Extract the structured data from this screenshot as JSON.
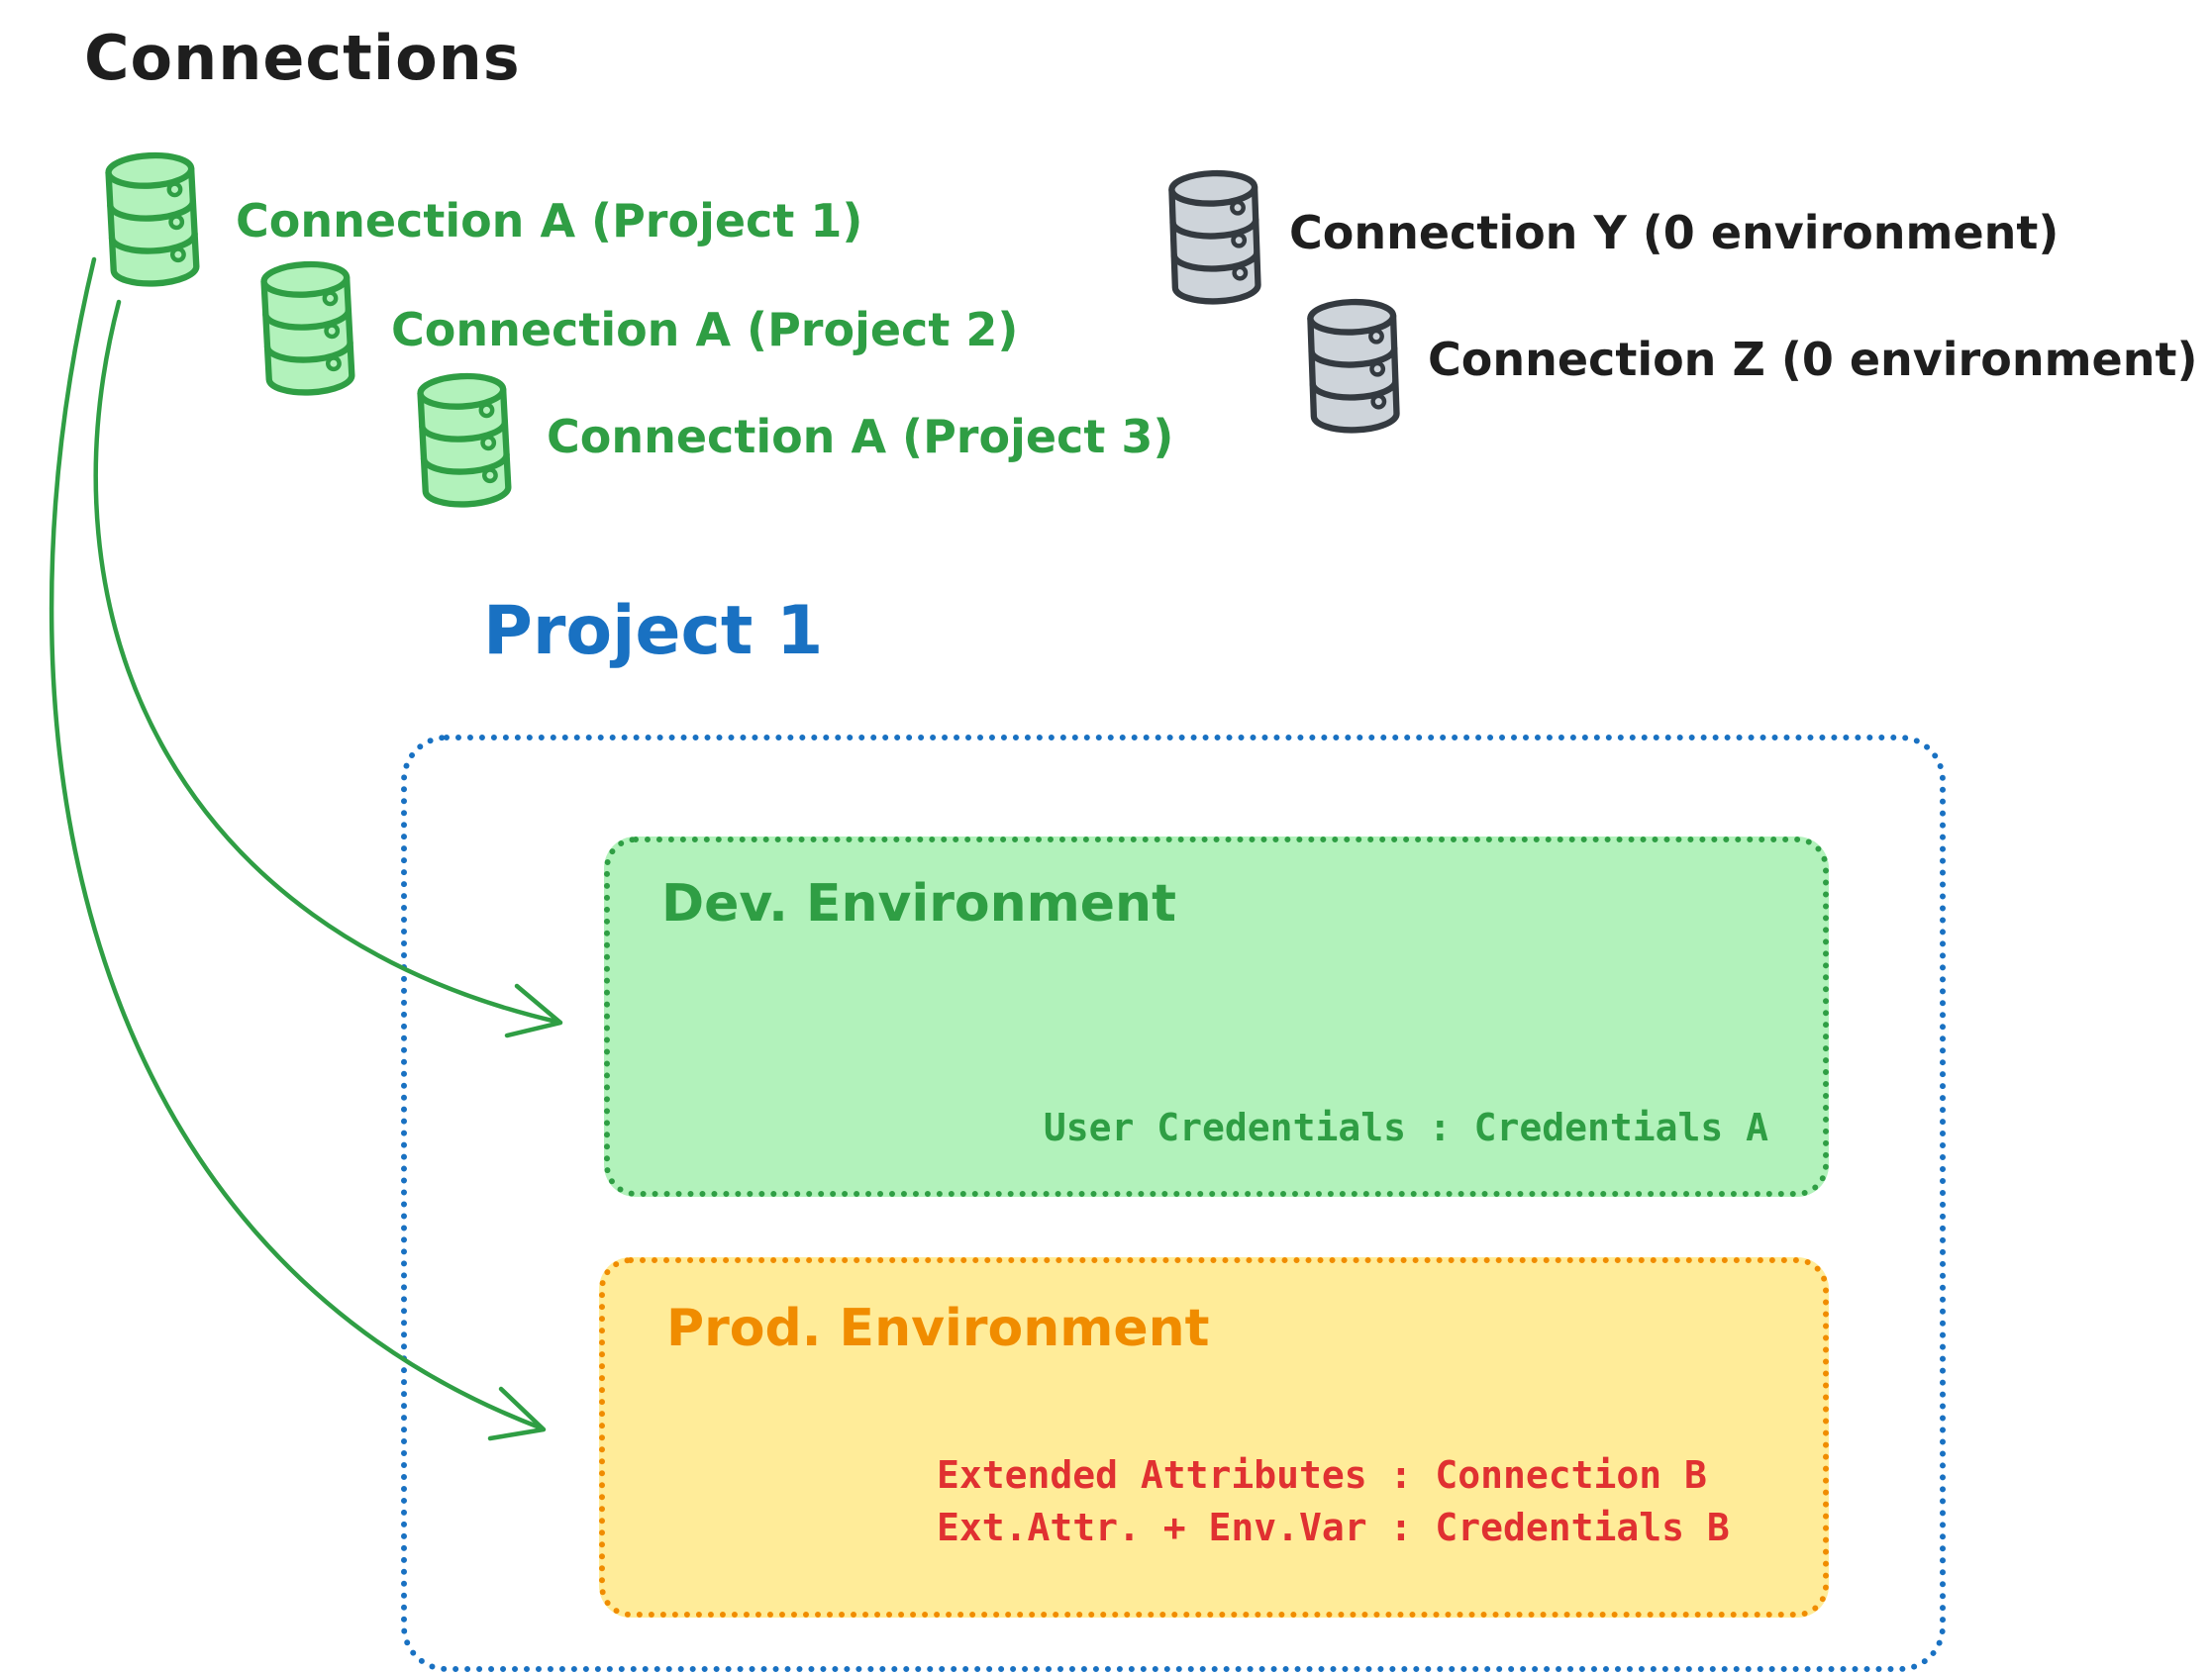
{
  "title": "Connections",
  "colors": {
    "ink": "#1e1e1e",
    "green": "#2f9e44",
    "green_fill": "#b2f2bb",
    "gray": "#343a40",
    "gray_fill": "#ced4da",
    "blue": "#1971c2",
    "orange": "#f08c00",
    "orange_fill": "#ffec99",
    "red": "#e03131"
  },
  "connections": {
    "green": [
      {
        "label": "Connection A (Project 1)",
        "icon": "database-icon"
      },
      {
        "label": "Connection A (Project 2)",
        "icon": "database-icon"
      },
      {
        "label": "Connection A (Project 3)",
        "icon": "database-icon"
      }
    ],
    "gray": [
      {
        "label": "Connection Y (0 environment)",
        "icon": "database-icon"
      },
      {
        "label": "Connection Z (0 environment)",
        "icon": "database-icon"
      }
    ]
  },
  "project": {
    "title": "Project 1",
    "dev_environment": {
      "title": "Dev. Environment",
      "credentials_line": "User Credentials : Credentials A"
    },
    "prod_environment": {
      "title": "Prod. Environment",
      "lines": [
        "Extended Attributes : Connection B",
        "Ext.Attr. + Env.Var : Credentials B"
      ]
    }
  }
}
